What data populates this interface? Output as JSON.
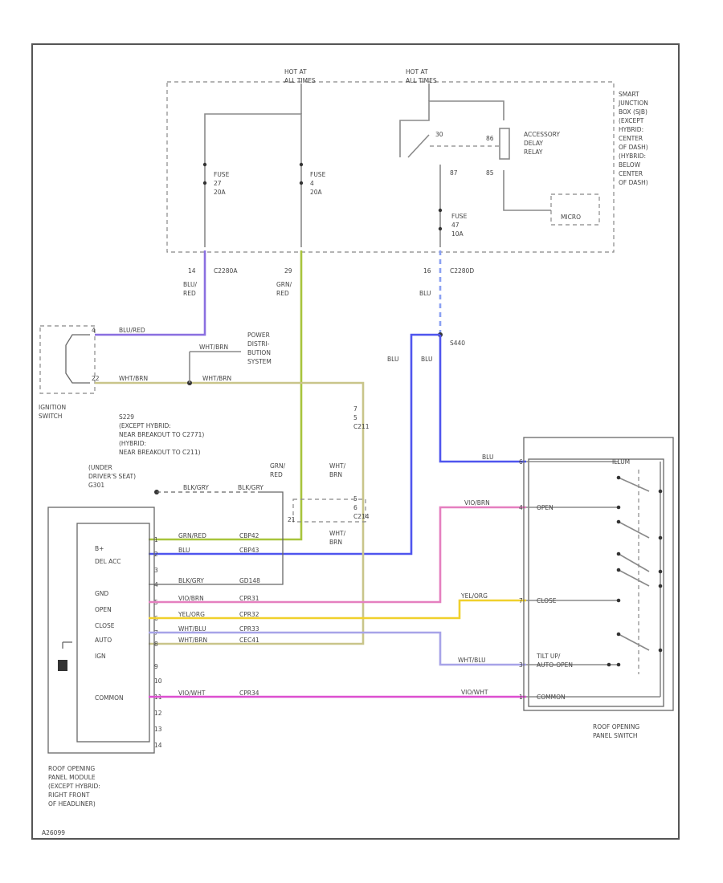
{
  "colors": {
    "violet": "#8a6fe0",
    "pink": "#d66ad6",
    "green": "#a8c43c",
    "blue": "#4f55ee",
    "light_blue": "#8aa0f2",
    "magenta_pink": "#e57fbf",
    "yellow": "#f0d02c",
    "lavender": "#a7a3e8",
    "olive": "#c9c58a",
    "hot_pink": "#dd4fd0"
  },
  "labels": {
    "hot_at_all_times_1": [
      "HOT AT",
      "ALL TIMES"
    ],
    "hot_at_all_times_2": [
      "HOT AT",
      "ALL TIMES"
    ],
    "sjb": [
      "SMART",
      "JUNCTION",
      "BOX (SJB)",
      "(EXCEPT",
      "HYBRID:",
      "CENTER",
      "OF DASH)",
      "(HYBRID:",
      "BELOW",
      "CENTER",
      "OF DASH)"
    ],
    "fuse_27": [
      "FUSE",
      "27",
      "20A"
    ],
    "fuse_4": [
      "FUSE",
      "4",
      "20A"
    ],
    "fuse_47": [
      "FUSE",
      "47",
      "10A"
    ],
    "relay": [
      "ACCESSORY",
      "DELAY",
      "RELAY"
    ],
    "relay_pins": [
      "30",
      "86",
      "87",
      "85"
    ],
    "micro": "MICRO",
    "c2280a": "C2280A",
    "c2280d": "C2280D",
    "pin_14": "14",
    "pin_29": "29",
    "pin_16": "16",
    "w_blu_red_1": [
      "BLU/",
      "RED"
    ],
    "w_grn_red_1": [
      "GRN/",
      "RED"
    ],
    "w_blu_1": "BLU",
    "w_blu_2": "BLU",
    "w_blu_3": "BLU",
    "s_s440": "S440",
    "ign_switch": [
      "IGNITION",
      "SWITCH"
    ],
    "ign_pins": [
      "4",
      "22"
    ],
    "w_blu_red_2": "BLU/RED",
    "w_wht_brn_1": "WHT/BRN",
    "w_wht_brn_2": "WHT/BRN",
    "w_wht_brn_3": "WHT/BRN",
    "power_dist": [
      "POWER",
      "DISTRI-",
      "BUTION",
      "SYSTEM"
    ],
    "s229": [
      "S229",
      "(EXCEPT HYBRID:",
      "NEAR BREAKOUT TO C2771)",
      "(HYBRID:",
      "NEAR BREAKOUT TO C211)"
    ],
    "c211": [
      "7",
      "5",
      "C211"
    ],
    "c214": [
      "5",
      "6",
      "C214"
    ],
    "pin_21": "21",
    "w_grn_red_2": [
      "GRN/",
      "RED"
    ],
    "w_wht_brn_4": [
      "WHT/",
      "BRN"
    ],
    "w_wht_brn_5": [
      "WHT/",
      "BRN"
    ],
    "g301": [
      "(UNDER",
      "DRIVER'S SEAT)",
      "G301"
    ],
    "w_blk_gry": "BLK/GRY",
    "w_blk_gry_2": "BLK/GRY",
    "module_pins": [
      "1",
      "2",
      "3",
      "4",
      "5",
      "6",
      "7",
      "8",
      "9",
      "10",
      "11",
      "12",
      "13",
      "14"
    ],
    "module_funcs": [
      "B+",
      "DEL ACC",
      "GND",
      "OPEN",
      "CLOSE",
      "AUTO",
      "IGN",
      "COMMON"
    ],
    "wire_codes": [
      "CBP42",
      "CBP43",
      "GD148",
      "CPR31",
      "CPR32",
      "CPR33",
      "CEC41",
      "CPR34"
    ],
    "module_wires": [
      "GRN/RED",
      "BLU",
      "BLK/GRY",
      "VIO/BRN",
      "YEL/ORG",
      "WHT/BLU",
      "WHT/BRN",
      "VIO/WHT"
    ],
    "module_caption": [
      "ROOF OPENING",
      "PANEL MODULE",
      "(EXCEPT HYBRID:",
      "RIGHT FRONT",
      "OF HEADLINER)"
    ],
    "switch_wires": [
      "BLU",
      "VIO/BRN",
      "YEL/ORG",
      "WHT/BLU",
      "VIO/WHT"
    ],
    "switch_pins": [
      "6",
      "4",
      "7",
      "3",
      "1"
    ],
    "switch_funcs": [
      "OPEN",
      "CLOSE",
      "TILT UP/",
      "AUTO-OPEN",
      "COMMON"
    ],
    "switch_extra": [
      "ILLUM"
    ],
    "switch_caption": [
      "ROOF OPENING",
      "PANEL SWITCH"
    ],
    "footer": "A26099"
  }
}
